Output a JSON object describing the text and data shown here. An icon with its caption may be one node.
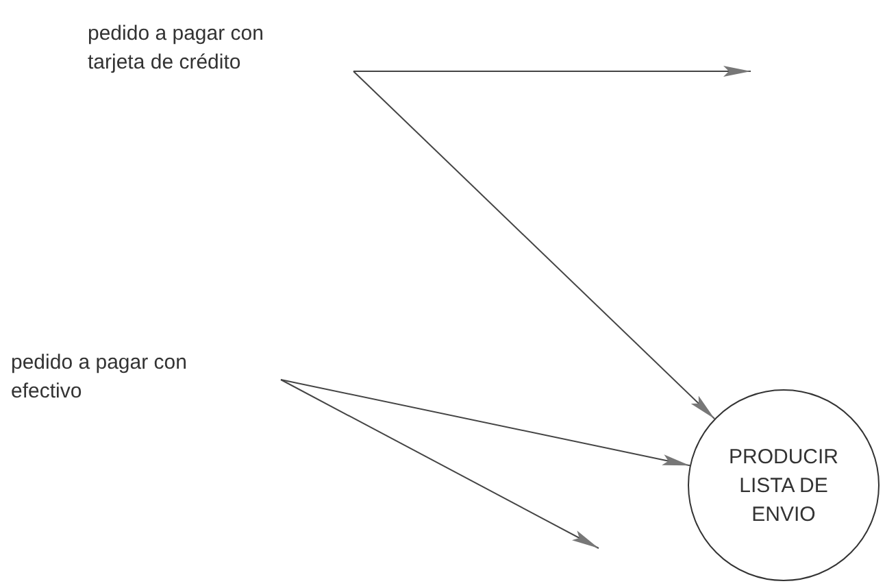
{
  "diagram": {
    "nodes": [
      {
        "text": [
          "pedido a pagar con tarjeta de crédito"
        ]
      },
      {
        "text": [
          "PRODUCIR LISTA DE ENVIO"
        ]
      },
      {
        "text": [
          "pedido a pagar con efectivo"
        ]
      }
    ],
    "edges": [
      {
        "from": 0,
        "to": null,
        "arrow": "to"
      },
      {
        "from": 0,
        "to": 1,
        "arrow": "to"
      },
      {
        "from": 2,
        "to": 1,
        "arrow": "to"
      },
      {
        "from": 2,
        "to": null,
        "arrow": "to"
      }
    ]
  }
}
